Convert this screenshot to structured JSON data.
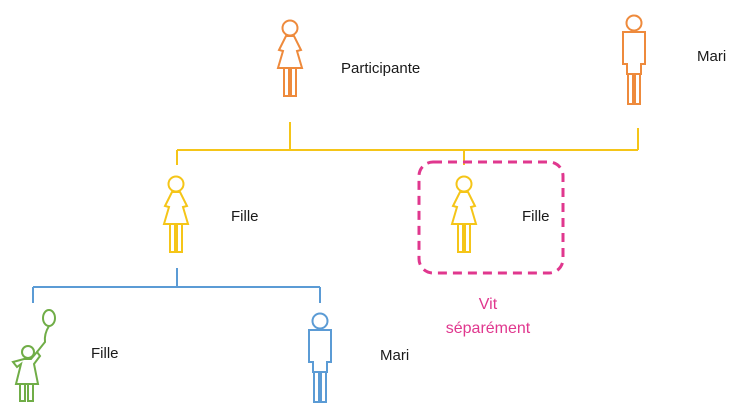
{
  "members": {
    "participant": {
      "label": "Participante",
      "icon": "woman-icon"
    },
    "husband_top": {
      "label": "Mari",
      "icon": "man-icon"
    },
    "daughter_left": {
      "label": "Fille",
      "icon": "woman-icon"
    },
    "daughter_right": {
      "label": "Fille",
      "icon": "woman-icon"
    },
    "granddaughter": {
      "label": "Fille",
      "icon": "child-with-balloon-icon"
    },
    "husband_bottom": {
      "label": "Mari",
      "icon": "man-icon"
    }
  },
  "note": {
    "line1": "Vit",
    "line2": "séparément"
  },
  "colors": {
    "orange": "#EE8A3C",
    "yellow": "#F5C518",
    "blue": "#5B9BD5",
    "green": "#70AD47",
    "magenta": "#E0378E",
    "text": "#1a1a1a"
  }
}
